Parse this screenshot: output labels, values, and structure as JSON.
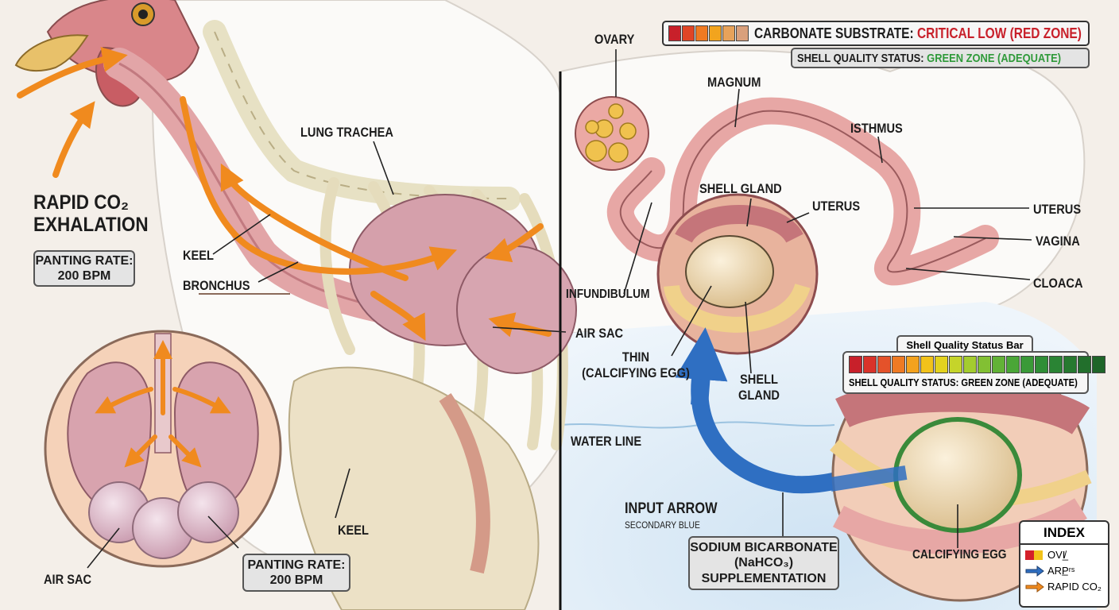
{
  "colors": {
    "ovary_swatch": [
      "#d4202a",
      "#f2c21a"
    ],
    "input_arrow": "#2f6fc2",
    "co2_arrow": "#f08a1e",
    "status_red": "#c8202a",
    "status_green": "#2f9a3a"
  },
  "left": {
    "title_line1": "RAPID CO₂",
    "title_line2": "EXHALATION",
    "panting_box_top": {
      "line1": "PANTING RATE:",
      "line2": "200 BPM"
    },
    "panting_box_bottom": {
      "line1": "PANTING RATE:",
      "line2": "200 BPM"
    },
    "labels": {
      "lung_trachea": "LUNG  TRACHEA",
      "keel_upper": "KEEL",
      "bronchus": "BRONCHUS",
      "air_sac_right": "AIR SAC",
      "air_sac_inset": "AIR SAC",
      "keel_lower": "KEEL"
    }
  },
  "right": {
    "banner_carbonate": {
      "prefix": "CARBONATE SUBSTRATE: ",
      "status": "CRITICAL LOW (RED ZONE)"
    },
    "banner_shell": {
      "prefix": "SHELL QUALITY STATUS: ",
      "status": "GREEN ZONE (ADEQUATE)"
    },
    "labels": {
      "ovary": "OVARY",
      "magnum": "MAGNUM",
      "isthmus": "ISTHMUS",
      "shell_gland_top": "SHELL GLAND",
      "uterus_inner": "UTERUS",
      "uterus_outer": "UTERUS",
      "vagina": "VAGINA",
      "cloaca": "CLOACA",
      "infundibulum": "INFUNDIBULUM",
      "thin_line1": "THIN",
      "thin_line2": "(CALCIFYING EGG)",
      "shell_gland_line1": "SHELL",
      "shell_gland_line2": "GLAND",
      "water_line": "WATER LINE",
      "input_arrow": "INPUT ARROW",
      "secondary_blue": "SECONDARY BLUE",
      "calcifying_egg": "CALCIFYING EGG"
    },
    "sodium_box": {
      "line1": "SODIUM BICARBONATE",
      "line2": "(NaHCO₃)",
      "line3": "SUPPLEMENTATION"
    },
    "status_bar": {
      "title": "Shell Quality Status Bar",
      "caption": "SHELL QUALITY STATUS: GREEN ZONE (ADEQUATE)",
      "level_percent": 100
    },
    "legend": {
      "title": "INDEX",
      "items": [
        {
          "label": "OVI̸̲",
          "icon": "red-yellow-swatch-icon"
        },
        {
          "label": "ARP̲ʳˢ",
          "icon": "blue-arrow-icon"
        },
        {
          "label": "RAPID CO₂",
          "icon": "orange-arrow-icon"
        }
      ]
    }
  }
}
